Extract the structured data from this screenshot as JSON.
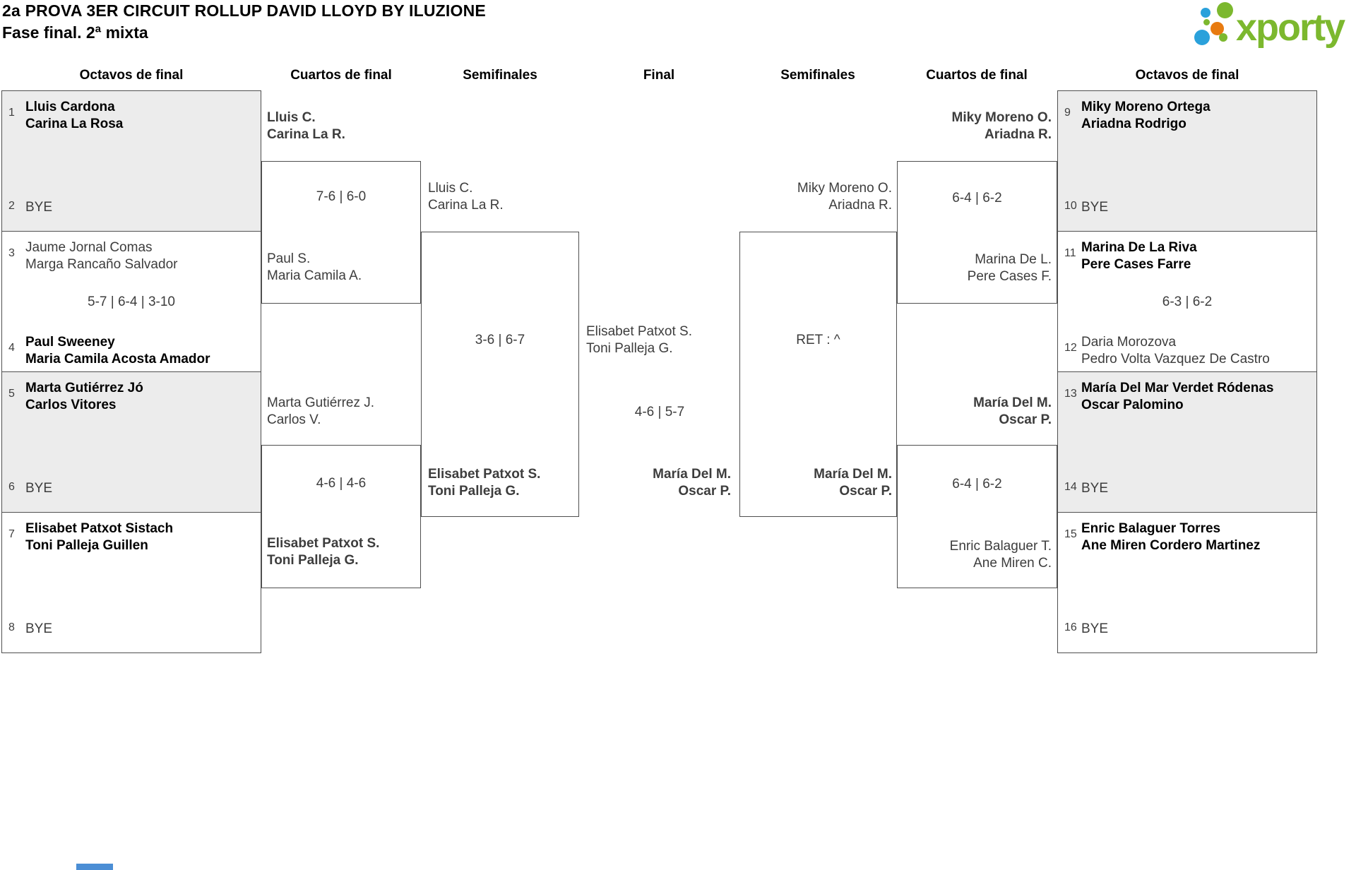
{
  "header": {
    "title": "2a PROVA 3ER CIRCUIT ROLLUP DAVID LLOYD BY ILUZIONE",
    "subtitle": "Fase final. 2ª mixta"
  },
  "logo": {
    "brand": "xporty",
    "green": "#7cb82e",
    "blue": "#2aa1db",
    "orange": "#e87b10"
  },
  "round_headers": [
    "Octavos de final",
    "Cuartos de final",
    "Semifinales",
    "Final",
    "Semifinales",
    "Cuartos de final",
    "Octavos de final"
  ],
  "octavos_left": [
    {
      "top": {
        "seed": "1",
        "line1": "Lluis Cardona",
        "line2": "Carina La Rosa"
      },
      "bottom": {
        "seed": "2",
        "line1": "BYE"
      },
      "score": ""
    },
    {
      "top": {
        "seed": "3",
        "line1": "Jaume Jornal Comas",
        "line2": "Marga Rancaño Salvador"
      },
      "bottom": {
        "seed": "4",
        "line1": "Paul Sweeney",
        "line2": "Maria Camila Acosta Amador"
      },
      "score": "5-7 | 6-4 | 3-10"
    },
    {
      "top": {
        "seed": "5",
        "line1": "Marta Gutiérrez Jó",
        "line2": "Carlos Vitores"
      },
      "bottom": {
        "seed": "6",
        "line1": "BYE"
      },
      "score": ""
    },
    {
      "top": {
        "seed": "7",
        "line1": "Elisabet Patxot Sistach",
        "line2": "Toni Palleja Guillen"
      },
      "bottom": {
        "seed": "8",
        "line1": "BYE"
      },
      "score": ""
    }
  ],
  "octavos_right": [
    {
      "top": {
        "seed": "9",
        "line1": "Miky Moreno Ortega",
        "line2": "Ariadna Rodrigo"
      },
      "bottom": {
        "seed": "10",
        "line1": "BYE"
      },
      "score": ""
    },
    {
      "top": {
        "seed": "11",
        "line1": "Marina De La Riva",
        "line2": "Pere Cases Farre"
      },
      "bottom": {
        "seed": "12",
        "line1": "Daria Morozova",
        "line2": "Pedro Volta Vazquez De Castro"
      },
      "score": "6-3 | 6-2"
    },
    {
      "top": {
        "seed": "13",
        "line1": "María Del Mar Verdet Ródenas",
        "line2": "Oscar Palomino"
      },
      "bottom": {
        "seed": "14",
        "line1": "BYE"
      },
      "score": ""
    },
    {
      "top": {
        "seed": "15",
        "line1": "Enric Balaguer Torres",
        "line2": "Ane Miren Cordero Martinez"
      },
      "bottom": {
        "seed": "16",
        "line1": "BYE"
      },
      "score": ""
    }
  ],
  "qf_left": [
    {
      "t1a": "Lluis C.",
      "t1b": "Carina La R.",
      "score": "7-6 | 6-0",
      "t2a": "Paul S.",
      "t2b": "Maria Camila A."
    },
    {
      "t1a": "Marta Gutiérrez J.",
      "t1b": "Carlos V.",
      "score": "4-6 | 4-6",
      "t2a": "Elisabet Patxot S.",
      "t2b": "Toni Palleja G."
    }
  ],
  "qf_right": [
    {
      "t1a": "Miky Moreno O.",
      "t1b": "Ariadna R.",
      "score": "6-4 | 6-2",
      "t2a": "Marina De L.",
      "t2b": "Pere Cases F."
    },
    {
      "t1a": "María Del M.",
      "t1b": "Oscar P.",
      "score": "6-4 | 6-2",
      "t2a": "Enric Balaguer T.",
      "t2b": "Ane Miren C."
    }
  ],
  "sf_left": {
    "t1a": "Lluis C.",
    "t1b": "Carina La R.",
    "score": "3-6 | 6-7",
    "t2a": "Elisabet Patxot S.",
    "t2b": "Toni Palleja G."
  },
  "sf_right": {
    "t1a": "Miky Moreno O.",
    "t1b": "Ariadna R.",
    "score": "RET : ^",
    "t2a": "María Del M.",
    "t2b": "Oscar P."
  },
  "final": {
    "t1a": "Elisabet Patxot S.",
    "t1b": "Toni Palleja G.",
    "score": "4-6 | 5-7",
    "t2a": "María Del M.",
    "t2b": "Oscar P."
  }
}
